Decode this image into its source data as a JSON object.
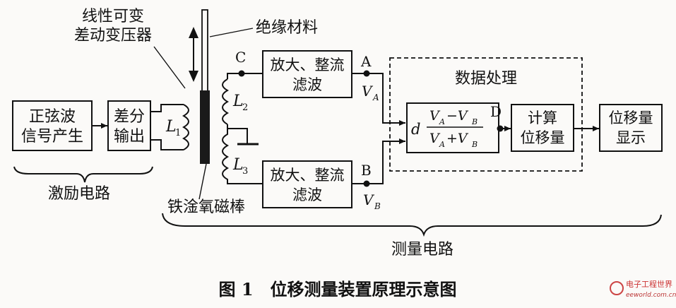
{
  "labels": {
    "sine_l1": "正弦波",
    "sine_l2": "信号产生",
    "diff_l1": "差分",
    "diff_l2": "输出",
    "lvdt_l1": "线性可变",
    "lvdt_l2": "差动变压器",
    "insulation": "绝缘材料",
    "amp_a_l1": "放大、整流",
    "amp_a_l2": "滤波",
    "amp_b_l1": "放大、整流",
    "amp_b_l2": "滤波",
    "data_proc": "数据处理",
    "calc_l1": "计算",
    "calc_l2": "位移量",
    "disp_l1": "位移量",
    "disp_l2": "显示",
    "excitation": "激励电路",
    "measurement": "测量电路",
    "ferrite": "铁淦氧磁棒",
    "node_c": "C",
    "node_a": "A",
    "node_b": "B",
    "node_d": "D",
    "l1": "L",
    "l1_sub": "1",
    "l2": "L",
    "l2_sub": "2",
    "l3": "L",
    "l3_sub": "3",
    "va": "V",
    "va_sub": "A",
    "vb": "V",
    "vb_sub": "B",
    "d": "d",
    "formula_num": "V",
    "formula_num_sub1": "A",
    "formula_num_mid": "−V",
    "formula_num_sub2": "B",
    "formula_den": "V",
    "formula_den_sub1": "A",
    "formula_den_mid": "+V",
    "formula_den_sub2": "B",
    "caption": "图 1　位移测量装置原理示意图",
    "logo_text": "电子工程世界",
    "logo_url": "eeworld.com.cn"
  }
}
